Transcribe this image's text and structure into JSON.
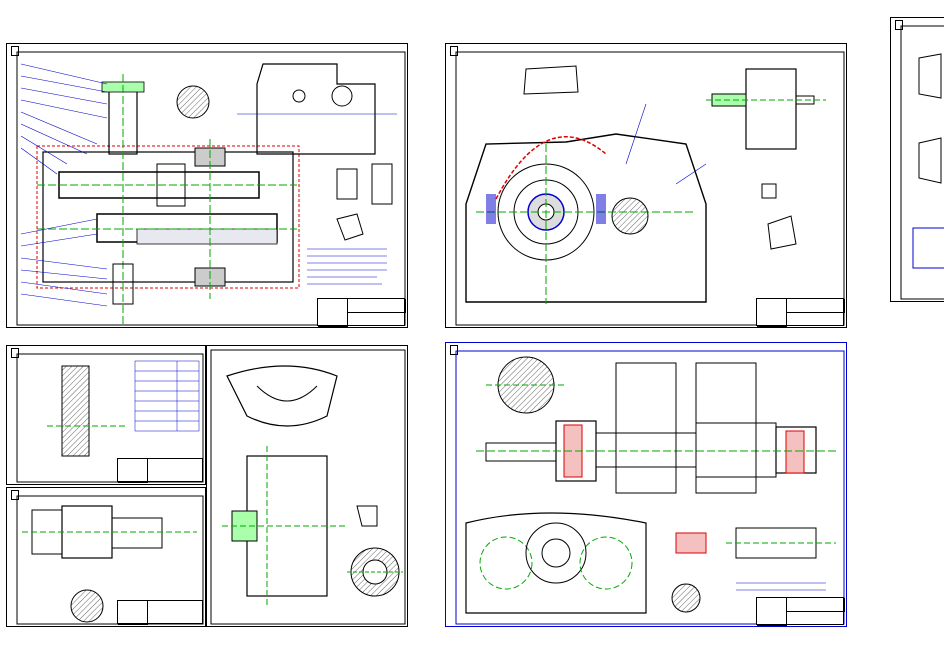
{
  "workspace": {
    "background": "#ffffff",
    "line_colors": {
      "outline": "#000000",
      "dims": "#0000cc",
      "centerline": "#00aa00",
      "highlight": "#dd0000"
    }
  },
  "sheets": [
    {
      "id": "assembly-plan",
      "stamp_label": "",
      "sheet_tab": ""
    },
    {
      "id": "gearbox-housing",
      "stamp_label": "",
      "sheet_tab": ""
    },
    {
      "id": "partial-sheet",
      "stamp_label": "",
      "sheet_tab": ""
    },
    {
      "id": "gear-detail",
      "stamp_label": "",
      "sheet_tab": ""
    },
    {
      "id": "shaft-detail",
      "stamp_label": "",
      "sheet_tab": ""
    },
    {
      "id": "pump-assembly",
      "stamp_label": "",
      "sheet_tab": ""
    },
    {
      "id": "shaft-assembly",
      "stamp_label": "",
      "sheet_tab": ""
    }
  ]
}
